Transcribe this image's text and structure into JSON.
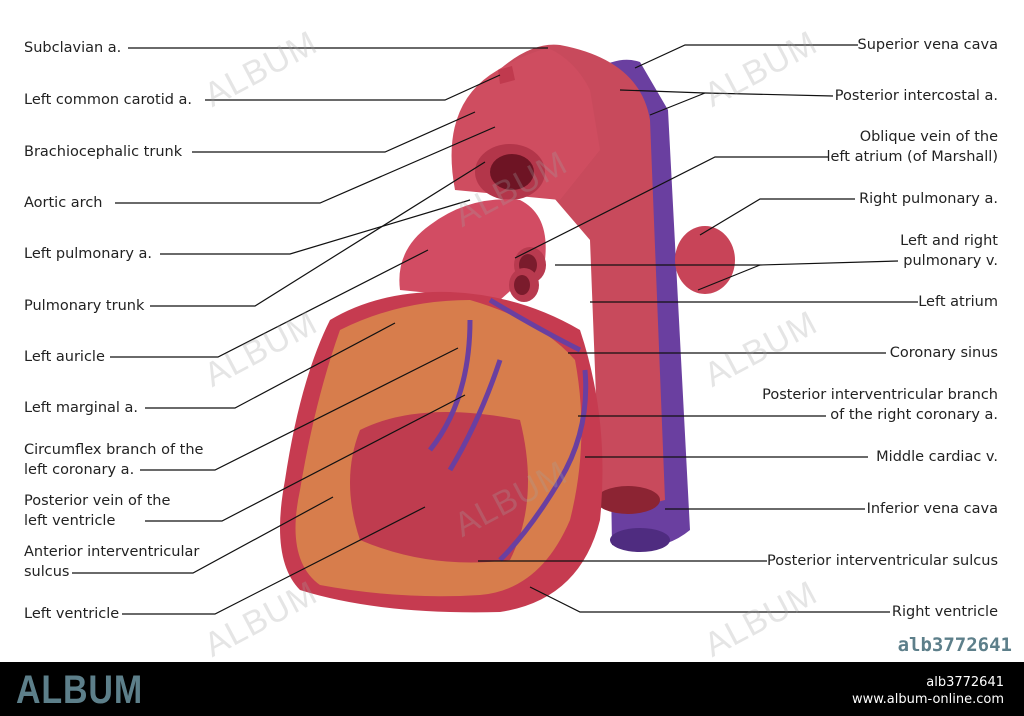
{
  "left_labels": [
    "Subclavian a.",
    "Left common carotid a.",
    "Brachiocephalic trunk",
    "Aortic arch",
    "Left pulmonary a.",
    "Pulmonary trunk",
    "Left auricle",
    "Left marginal a.",
    "Circumflex branch of the\nleft coronary a.",
    "Posterior vein of the\nleft ventricle",
    "Anterior interventricular\nsulcus",
    "Left ventricle"
  ],
  "right_labels": [
    "Superior vena cava",
    "Posterior intercostal a.",
    "Oblique vein of the\nleft atrium (of Marshall)",
    "Right pulmonary a.",
    "Left and right\npulmonary v.",
    "Left atrium",
    "Coronary sinus",
    "Posterior interventricular branch\nof the right coronary a.",
    "Middle cardiac v.",
    "Inferior vena cava",
    "Posterior interventricular sulcus",
    "Right ventricle"
  ],
  "watermark": "ALBUM",
  "image_id": "alb3772641",
  "footer": {
    "logo": "ALBUM",
    "id": "alb3772641",
    "url": "www.album-online.com"
  },
  "colors": {
    "muscle": "#c8404f",
    "fat": "#d98c4a",
    "vein": "#6a3fa0",
    "logo": "#5d7f8a"
  }
}
